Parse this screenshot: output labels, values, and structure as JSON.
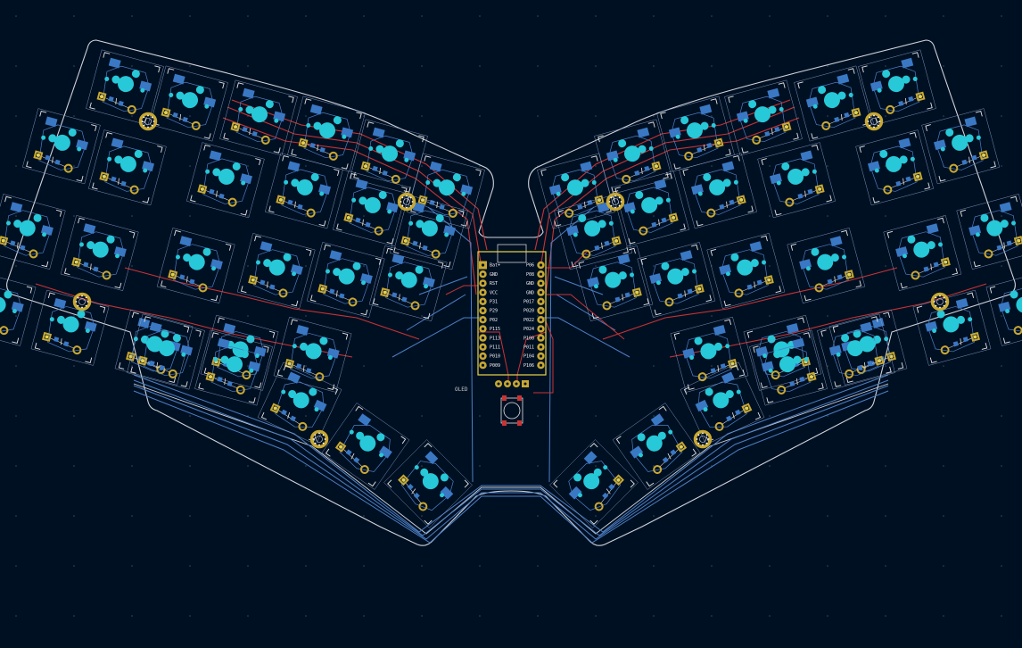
{
  "colors": {
    "background": "#001023",
    "outline": "#d0d4da",
    "courtyard": "#e6e6e6",
    "copper_pad": "#27c8d8",
    "smd_pad": "#3a78c4",
    "thru_pad": "#c8a832",
    "trace_front": "#c83434",
    "trace_back": "#4d7fc4",
    "grid_dot": "#3a4a5e"
  },
  "controller": {
    "left_pins": [
      "Bat+",
      "GND",
      "RST",
      "VCC",
      "P31",
      "P29",
      "P02",
      "P115",
      "P113",
      "P111",
      "P010",
      "P009"
    ],
    "right_pins": [
      "P06",
      "P08",
      "GND",
      "GND",
      "P017",
      "P020",
      "P022",
      "P024",
      "P100",
      "P011",
      "P104",
      "P106"
    ]
  },
  "oled_label": "OLED"
}
